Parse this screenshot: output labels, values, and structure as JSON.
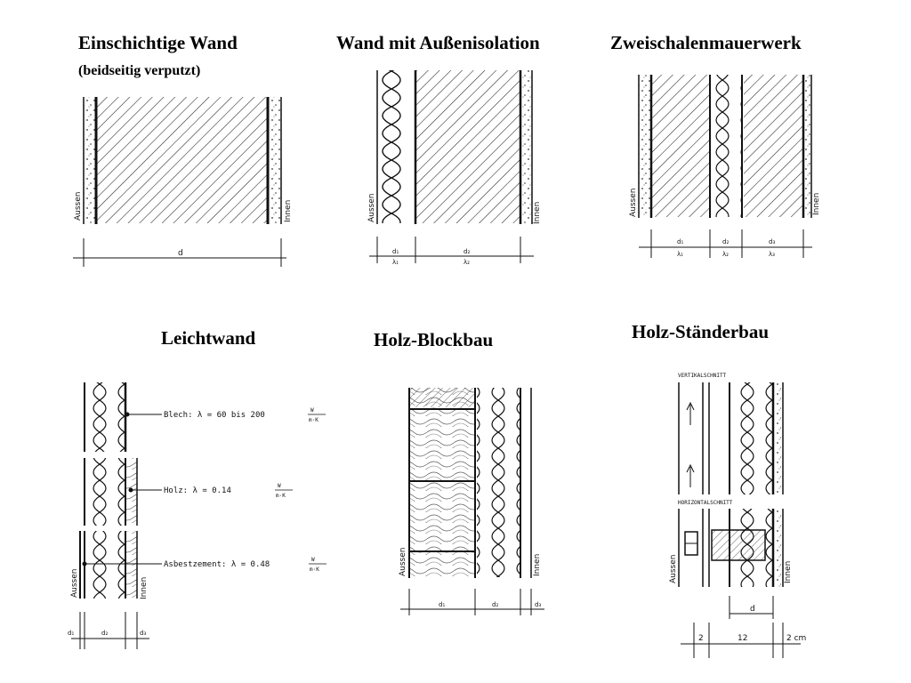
{
  "titles": {
    "einschichtig": "Einschichtige Wand",
    "einschichtig_sub": "(beidseitig verputzt)",
    "aussenisolation": "Wand mit Außenisolation",
    "zweischalen": "Zweischalenmauerwerk",
    "leichtwand": "Leichtwand",
    "blockbau": "Holz-Blockbau",
    "staenderbau": "Holz-Ständerbau"
  },
  "labels": {
    "aussen": "Aussen",
    "innen": "Innen",
    "d": "d",
    "d1": "d₁",
    "d2": "d₂",
    "d3": "d₃",
    "l1": "λ₁",
    "l2": "λ₂",
    "l3": "λ₃"
  },
  "leichtwand": {
    "blech": "Blech:  λ = 60 bis 200",
    "holz": "Holz:  λ = 0.14",
    "asbest": "Asbestzement: λ = 0.48",
    "unit_num": "W",
    "unit_den": "m·K"
  },
  "staender": {
    "vertikal": "VERTIKALSCHNITT",
    "horizontal": "HORIZONTALSCHNITT",
    "dim_left": "2",
    "dim_mid": "12",
    "dim_right": "2 cm"
  }
}
